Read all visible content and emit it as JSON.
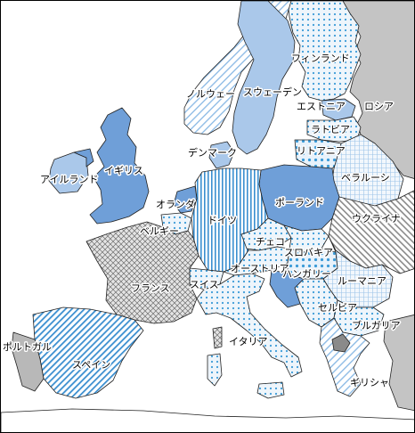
{
  "colors": {
    "sea": "#ffffff",
    "solid_blue": "#6f9fd8",
    "light_blue": "#aac8ea",
    "dot_blue": "#3b9bd8",
    "stripe_blue": "#3b8fd0",
    "gray": "#b8b8b8",
    "dark_gray": "#7a7a7a"
  },
  "countries": {
    "finland": "フィンランド",
    "norway": "ノルウェー",
    "sweden": "スウェーデン",
    "estonia": "エストニア",
    "russia": "ロシア",
    "latvia": "ラトビア",
    "denmark": "デンマーク",
    "lithuania": "リトアニア",
    "ireland": "アイルランド",
    "uk": "イギリス",
    "belarus": "ベラルーシ",
    "netherlands": "オランダ",
    "germany": "ドイツ",
    "poland": "ポーランド",
    "ukraine": "ウクライナ",
    "belgium": "ベルギー",
    "czech": "チェコ",
    "slovakia": "スロバキア",
    "austria": "オーストリア",
    "hungary": "ハンガリー",
    "france": "フランス",
    "switzerland": "スイス",
    "romania": "ルーマニア",
    "serbia": "セルビア",
    "bulgaria": "ブルガリア",
    "portugal": "ポルトガル",
    "italy": "イタリア",
    "spain": "スペイン",
    "greece": "ギリシャ"
  }
}
